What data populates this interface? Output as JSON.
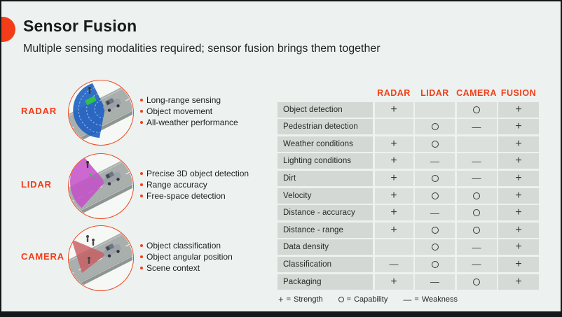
{
  "title": "Sensor Fusion",
  "subtitle": "Multiple sensing modalities required; sensor fusion brings them together",
  "colors": {
    "accent": "#f23d18",
    "background": "#edf1ef",
    "table_label_bg": "#d3d8d4",
    "table_cell_bg": "#dce0dd",
    "table_fusion_col_bg": "#d5dad6",
    "radar_beam": "#1d5fc2",
    "lidar_beam": "#c44fc8",
    "camera_beam": "#c85a5f"
  },
  "sensors": [
    {
      "name": "RADAR",
      "scene": "radar-scene",
      "bullets": [
        "Long-range sensing",
        "Object movement",
        "All-weather performance"
      ]
    },
    {
      "name": "LIDAR",
      "scene": "lidar-scene",
      "bullets": [
        "Precise 3D object detection",
        "Range accuracy",
        "Free-space detection"
      ]
    },
    {
      "name": "CAMERA",
      "scene": "camera-scene",
      "bullets": [
        "Object classification",
        "Object angular position",
        "Scene context"
      ]
    }
  ],
  "table": {
    "columns": [
      "RADAR",
      "LIDAR",
      "CAMERA",
      "FUSION"
    ],
    "rows": [
      {
        "label": "Object detection",
        "values": [
          "+",
          "",
          "O",
          "+"
        ]
      },
      {
        "label": "Pedestrian detection",
        "values": [
          "",
          "O",
          "—",
          "+"
        ]
      },
      {
        "label": "Weather conditions",
        "values": [
          "+",
          "O",
          "",
          "+"
        ]
      },
      {
        "label": "Lighting conditions",
        "values": [
          "+",
          "—",
          "—",
          "+"
        ]
      },
      {
        "label": "Dirt",
        "values": [
          "+",
          "O",
          "—",
          "+"
        ]
      },
      {
        "label": "Velocity",
        "values": [
          "+",
          "O",
          "O",
          "+"
        ]
      },
      {
        "label": "Distance - accuracy",
        "values": [
          "+",
          "—",
          "O",
          "+"
        ]
      },
      {
        "label": "Distance - range",
        "values": [
          "+",
          "O",
          "O",
          "+"
        ]
      },
      {
        "label": "Data density",
        "values": [
          "",
          "O",
          "—",
          "+"
        ]
      },
      {
        "label": "Classification",
        "values": [
          "—",
          "O",
          "—",
          "+"
        ]
      },
      {
        "label": "Packaging",
        "values": [
          "+",
          "—",
          "O",
          "+"
        ]
      }
    ],
    "legend": [
      {
        "symbol": "+",
        "meaning": "Strength"
      },
      {
        "symbol": "O",
        "meaning": "Capability"
      },
      {
        "symbol": "—",
        "meaning": "Weakness"
      }
    ]
  }
}
